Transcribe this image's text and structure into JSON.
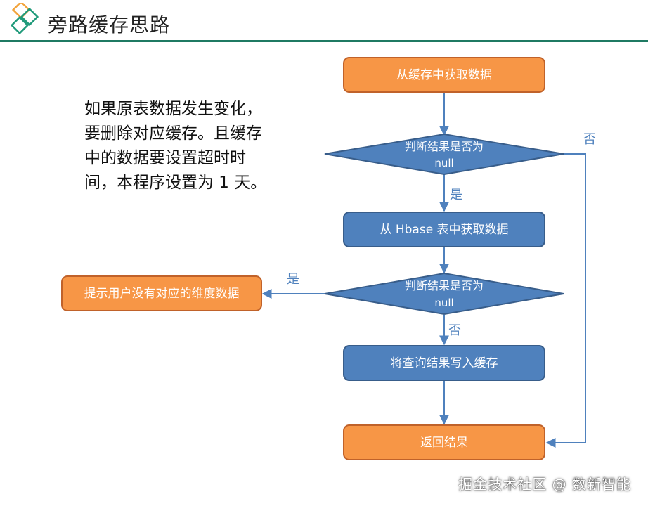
{
  "title": "旁路缓存思路",
  "description": "如果原表数据发生变化，要删除对应缓存。且缓存中的数据要设置超时时间，本程序设置为 1 天。",
  "nodes": {
    "get_cache": "从缓存中获取数据",
    "check1_line1": "判断结果是否为",
    "check1_line2": "null",
    "get_hbase": "从 Hbase 表中获取数据",
    "check2_line1": "判断结果是否为",
    "check2_line2": "null",
    "no_data": "提示用户没有对应的维度数据",
    "write_cache": "将查询结果写入缓存",
    "return": "返回结果"
  },
  "edges": {
    "check1_yes": "是",
    "check1_no": "否",
    "check2_yes": "是",
    "check2_no": "否"
  },
  "footer": "掘金技术社区 @ 数新智能",
  "colors": {
    "orange_fill": "#f79646",
    "orange_stroke": "#c0622a",
    "blue_fill": "#4f81bd",
    "blue_stroke": "#385d8a",
    "arrow": "#4f81bd",
    "rule": "#1f7a63"
  }
}
